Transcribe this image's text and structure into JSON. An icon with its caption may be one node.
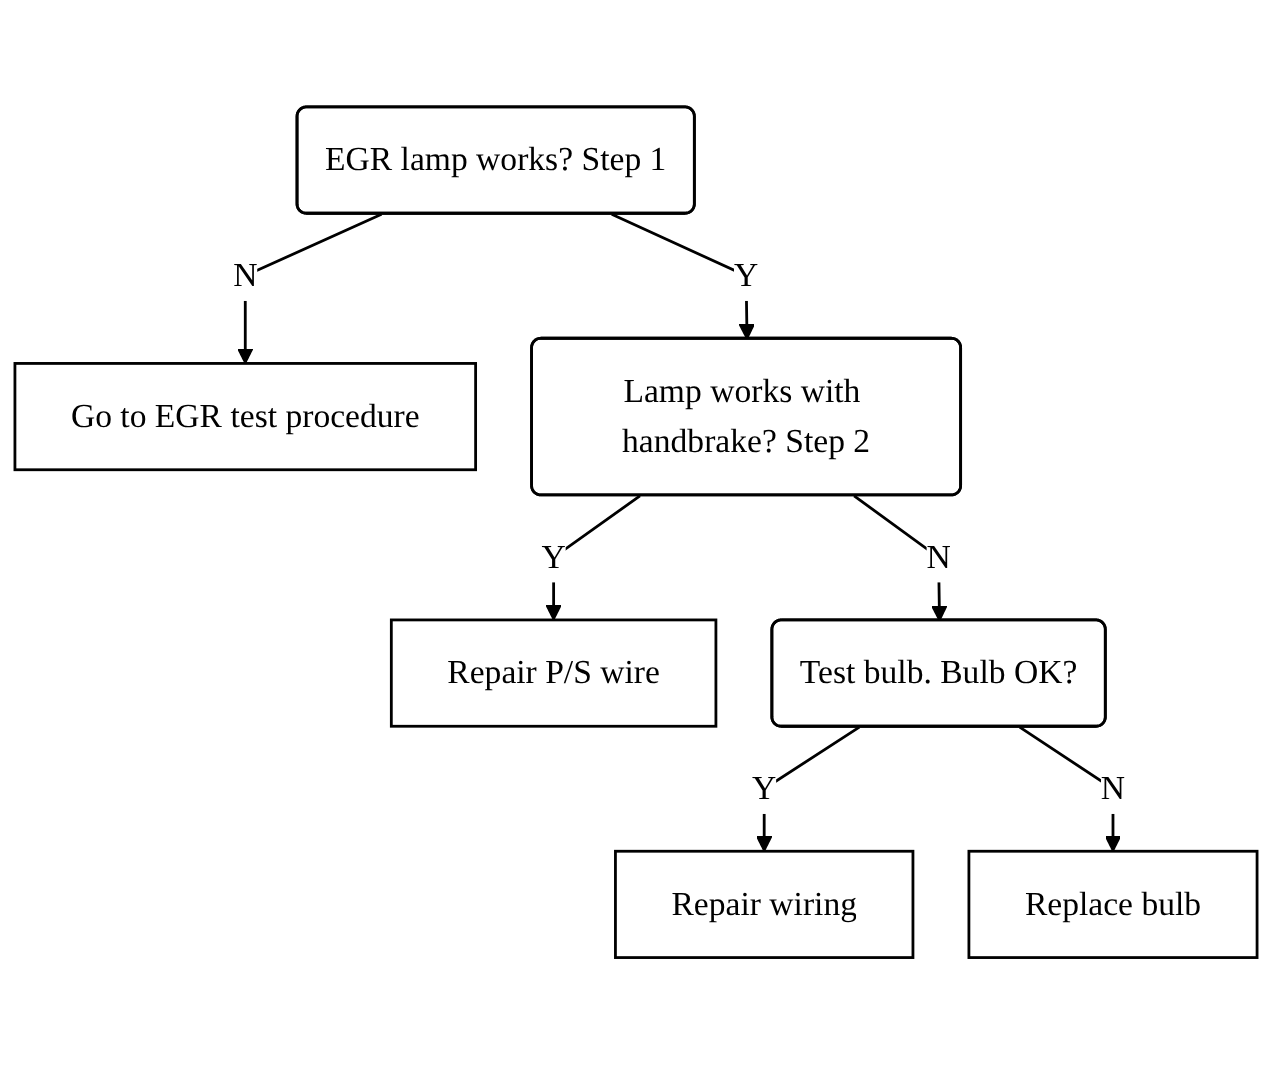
{
  "diagram": {
    "nodes": [
      {
        "text": [
          "EGR lamp works? Step 1"
        ]
      },
      {
        "text": [
          "Go to EGR test procedure"
        ]
      },
      {
        "text": [
          "Lamp works with handbrake? Step 2"
        ]
      },
      {
        "text": [
          "Repair P/S wire"
        ]
      },
      {
        "text": [
          "Test bulb. Bulb OK?"
        ]
      },
      {
        "text": [
          "Repair wiring"
        ]
      },
      {
        "text": [
          "Replace bulb"
        ]
      }
    ],
    "edges": [
      {
        "from": 0,
        "to": 1,
        "arrow": "to",
        "label": "N"
      },
      {
        "from": 0,
        "to": 2,
        "arrow": "to",
        "label": "Y"
      },
      {
        "from": 2,
        "to": 3,
        "arrow": "to",
        "label": "Y"
      },
      {
        "from": 2,
        "to": 4,
        "arrow": "to",
        "label": "N"
      },
      {
        "from": 4,
        "to": 5,
        "arrow": "to",
        "label": "Y"
      },
      {
        "from": 4,
        "to": 6,
        "arrow": "to",
        "label": "N"
      }
    ]
  }
}
